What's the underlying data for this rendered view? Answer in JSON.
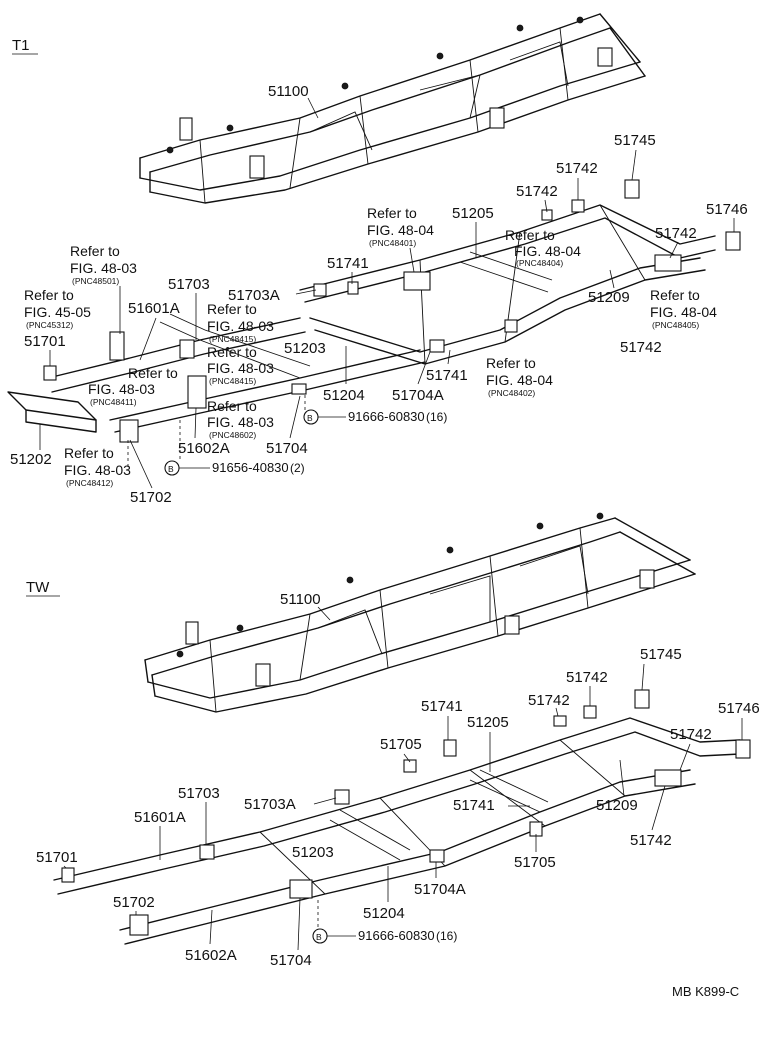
{
  "sections": {
    "t1": "T1",
    "tw": "TW"
  },
  "symbol_b": "B",
  "refer_to": "Refer to",
  "t1": {
    "parts": {
      "frame_assy": "51100",
      "crossmember_51205": "51205",
      "crossmember_51209": "51209",
      "crossmember_51203": "51203",
      "crossmember_51204": "51204",
      "crossmember_51202": "51202",
      "bracket_51745": "51745",
      "bracket_51742_a": "51742",
      "bracket_51742_b": "51742",
      "bracket_51742_c": "51742",
      "bracket_51742_d": "51742",
      "bracket_51746": "51746",
      "bracket_51741_a": "51741",
      "bracket_51741_b": "51741",
      "bracket_51703a": "51703A",
      "bracket_51703": "51703",
      "bracket_51601a": "51601A",
      "bracket_51701": "51701",
      "bracket_51704a": "51704A",
      "bracket_51704": "51704",
      "bracket_51602a": "51602A",
      "bracket_51702": "51702"
    },
    "refs": [
      {
        "fig": "FIG. 48-04",
        "pnc": "(PNC48401)"
      },
      {
        "fig": "FIG. 48-04",
        "pnc": "(PNC48404)"
      },
      {
        "fig": "FIG. 48-04",
        "pnc": "(PNC48405)"
      },
      {
        "fig": "FIG. 48-03",
        "pnc": "(PNC48501)"
      },
      {
        "fig": "FIG. 45-05",
        "pnc": "(PNC45312)"
      },
      {
        "fig": "FIG. 48-03",
        "pnc": "(PNC48415)"
      },
      {
        "fig": "FIG. 48-03",
        "pnc": "(PNC48415)"
      },
      {
        "fig": "FIG. 48-03",
        "pnc": "(PNC48411)"
      },
      {
        "fig": "FIG. 48-03",
        "pnc": "(PNC48602)"
      },
      {
        "fig": "FIG. 48-04",
        "pnc": "(PNC48402)"
      },
      {
        "fig": "FIG. 48-03",
        "pnc": "(PNC48412)"
      }
    ],
    "bolts": [
      {
        "part": "91666-60830",
        "qty": "(16)"
      },
      {
        "part": "91656-40830",
        "qty": "(2)"
      }
    ]
  },
  "tw": {
    "parts": {
      "frame_assy": "51100",
      "bracket_51745": "51745",
      "bracket_51742_a": "51742",
      "bracket_51742_b": "51742",
      "bracket_51742_c": "51742",
      "bracket_51742_d": "51742",
      "bracket_51746": "51746",
      "bracket_51741_a": "51741",
      "crossmember_51205": "51205",
      "bracket_51705_a": "51705",
      "bracket_51703": "51703",
      "bracket_51703a": "51703A",
      "bracket_51741_b": "51741",
      "crossmember_51209": "51209",
      "bracket_51601a": "51601A",
      "crossmember_51203": "51203",
      "bracket_51705_b": "51705",
      "bracket_51701": "51701",
      "bracket_51704a": "51704A",
      "bracket_51702": "51702",
      "crossmember_51204": "51204",
      "bracket_51602a": "51602A",
      "bracket_51704": "51704"
    },
    "bolts": [
      {
        "part": "91666-60830",
        "qty": "(16)"
      }
    ]
  },
  "figure_code": "MB K899-C"
}
